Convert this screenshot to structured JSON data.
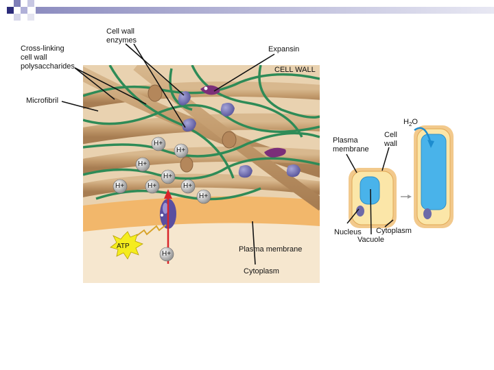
{
  "labels": {
    "cross_linking": [
      "Cross-linking",
      "cell wall",
      "polysaccharides"
    ],
    "cell_wall_enzymes": [
      "Cell wall",
      "enzymes"
    ],
    "expansin": "Expansin",
    "cell_wall_caps": "CELL WALL",
    "microfibril": "Microfibril",
    "h2o": "H",
    "h2o_sub": "2",
    "h2o_tail": "O",
    "plasma_membrane_right": [
      "Plasma",
      "membrane"
    ],
    "cell_wall_right": [
      "Cell",
      "wall"
    ],
    "nucleus": "Nucleus",
    "cytoplasm_right": "Cytoplasm",
    "vacuole": "Vacuole",
    "atp": "ATP",
    "plasma_membrane_bottom": "Plasma membrane",
    "cytoplasm_bottom": "Cytoplasm",
    "h_ion": "H+"
  },
  "colors": {
    "wall_bg": "#e9d2b0",
    "fiber": "#c9a57c",
    "polysaccharide": "#2e8b57",
    "enzyme": "#6d6aa8",
    "cytoplasm": "#f3b66a",
    "vacuole": "#49b3ea",
    "membrane_protein": "#5a4ea0",
    "atp": "#f5ec1e",
    "arrow": "#d9252a",
    "slide_squares": "#2b2b7a"
  }
}
